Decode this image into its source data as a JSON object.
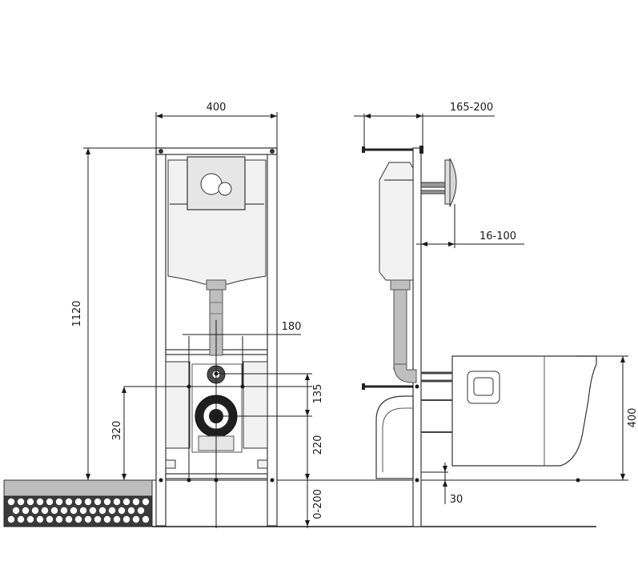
{
  "dimensions": {
    "front_width": "400",
    "front_height": "1120",
    "front_pipe_spacing": "180",
    "front_drain_height": "320",
    "front_inlet_spacing": "135",
    "front_drain_to_floor": "220",
    "front_floor_range": "0-200",
    "side_button_depth": "165-200",
    "side_wall_range": "16-100",
    "side_bowl_height": "400",
    "side_floor_offset": "30"
  },
  "colors": {
    "line": "#1a1a1a",
    "frame_fill": "#f2f2f2",
    "pipe_grey": "#bfbfbf",
    "fitting_dark": "#4a4a4a",
    "floor_dark": "#3a3a3a"
  },
  "icons": {
    "flush_plate": "flush-button-icon",
    "drain_fitting": "drain-connector-icon"
  }
}
